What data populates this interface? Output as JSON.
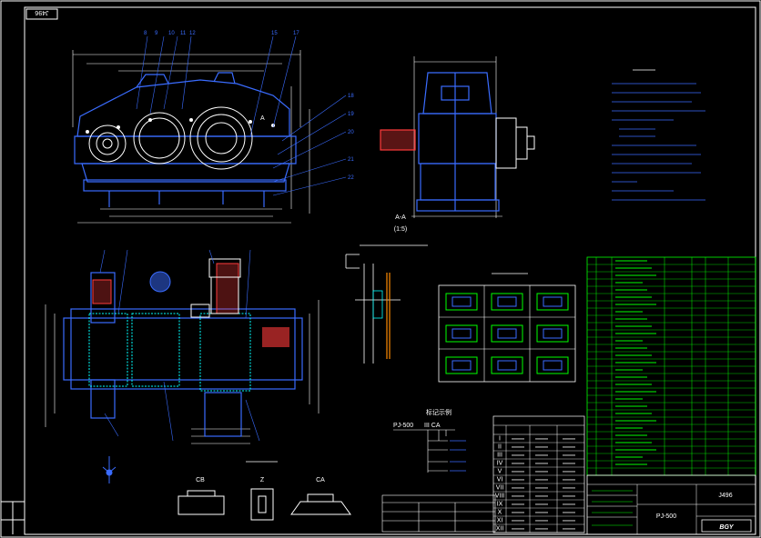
{
  "drawing": {
    "drawing_number": "J496",
    "title_block_number": "J496",
    "model": "PJ-500",
    "company_mark": "BGY"
  },
  "views": {
    "section_label": "A-A",
    "option_codes": [
      "CB",
      "Z",
      "CA"
    ]
  },
  "formula": {
    "model_code": "PJ-500",
    "suffix": "III CA"
  },
  "roman_numerals": [
    "I",
    "II",
    "III",
    "IV",
    "V",
    "VI",
    "VII",
    "VIII",
    "IX",
    "X",
    "XI",
    "XII"
  ],
  "colors": {
    "background": "#000000",
    "outline": "#ffffff",
    "body": "#3a6cff",
    "gear": "#00ffff",
    "table": "#00ff00",
    "highlight": "#ff3b3b"
  }
}
